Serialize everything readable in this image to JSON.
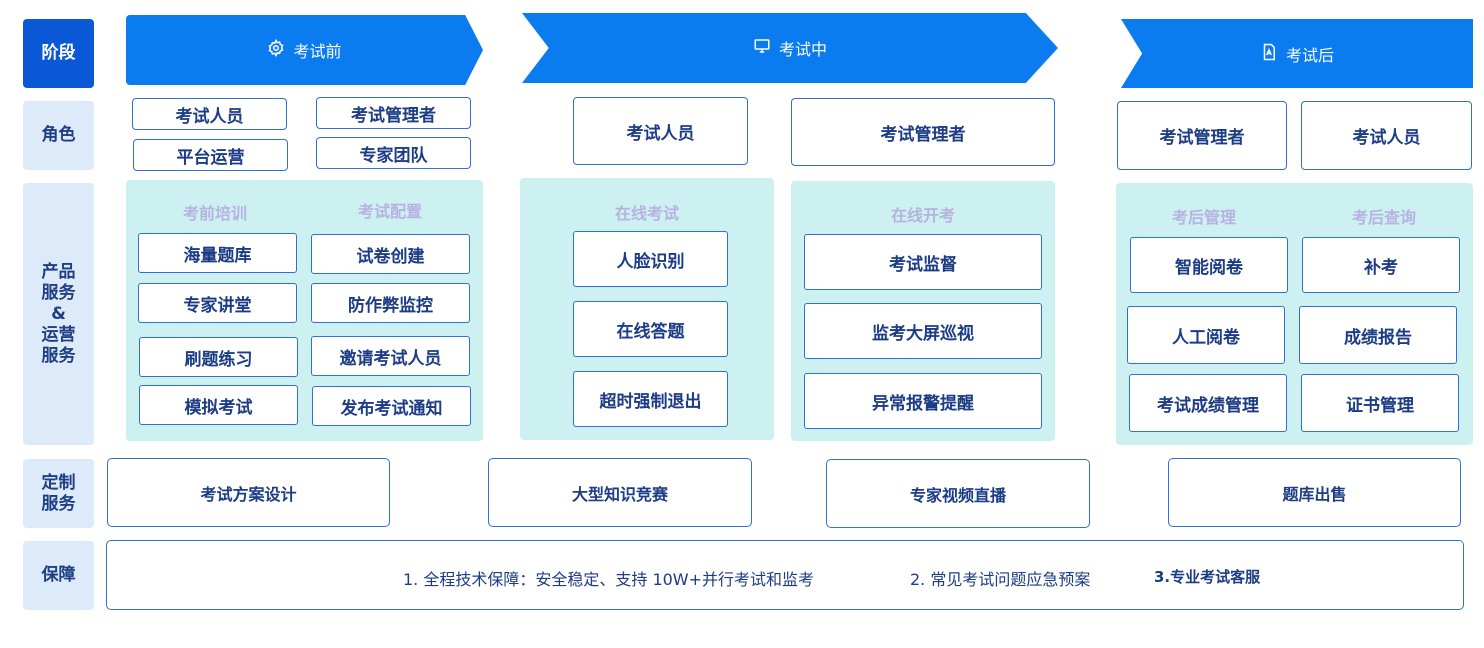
{
  "rows": {
    "stage": "阶段",
    "role": "角色",
    "product": [
      "产品",
      "服务",
      "&",
      "运营",
      "服务"
    ],
    "custom": [
      "定制",
      "服务"
    ],
    "guarantee": "保障"
  },
  "stages": [
    {
      "label": "考试前",
      "icon": "gear-icon"
    },
    {
      "label": "考试中",
      "icon": "monitor-icon"
    },
    {
      "label": "考试后",
      "icon": "document-icon"
    }
  ],
  "roles": {
    "before": [
      "考试人员",
      "考试管理者",
      "平台运营",
      "专家团队"
    ],
    "during": [
      "考试人员",
      "考试管理者"
    ],
    "after": [
      "考试管理者",
      "考试人员"
    ]
  },
  "panels": {
    "before": {
      "titles": [
        "考前培训",
        "考试配置"
      ],
      "left": [
        "海量题库",
        "专家讲堂",
        "刷题练习",
        "模拟考试"
      ],
      "right": [
        "试卷创建",
        "防作弊监控",
        "邀请考试人员",
        "发布考试通知"
      ]
    },
    "online_exam": {
      "title": "在线考试",
      "items": [
        "人脸识别",
        "在线答题",
        "超时强制退出"
      ]
    },
    "online_start": {
      "title": "在线开考",
      "items": [
        "考试监督",
        "监考大屏巡视",
        "异常报警提醒"
      ]
    },
    "after": {
      "titles": [
        "考后管理",
        "考后查询"
      ],
      "left": [
        "智能阅卷",
        "人工阅卷",
        "考试成绩管理"
      ],
      "right": [
        "补考",
        "成绩报告",
        "证书管理"
      ]
    }
  },
  "custom": [
    "考试方案设计",
    "大型知识竞赛",
    "专家视频直播",
    "题库出售"
  ],
  "guarantee": [
    "1. 全程技术保障：安全稳定、支持 10W+并行考试和监考",
    "2. 常见考试问题应急预案",
    "3.专业考试客服"
  ],
  "colors": {
    "arrow": "#0a7cf0",
    "row_label_bg": "#ddeaf9",
    "stage_label_bg": "#0a58d6",
    "panel_bg": "#cdf0f0",
    "border": "#2f6fd8",
    "panel_title": "#b7b3e0",
    "text": "#1c3c86"
  }
}
